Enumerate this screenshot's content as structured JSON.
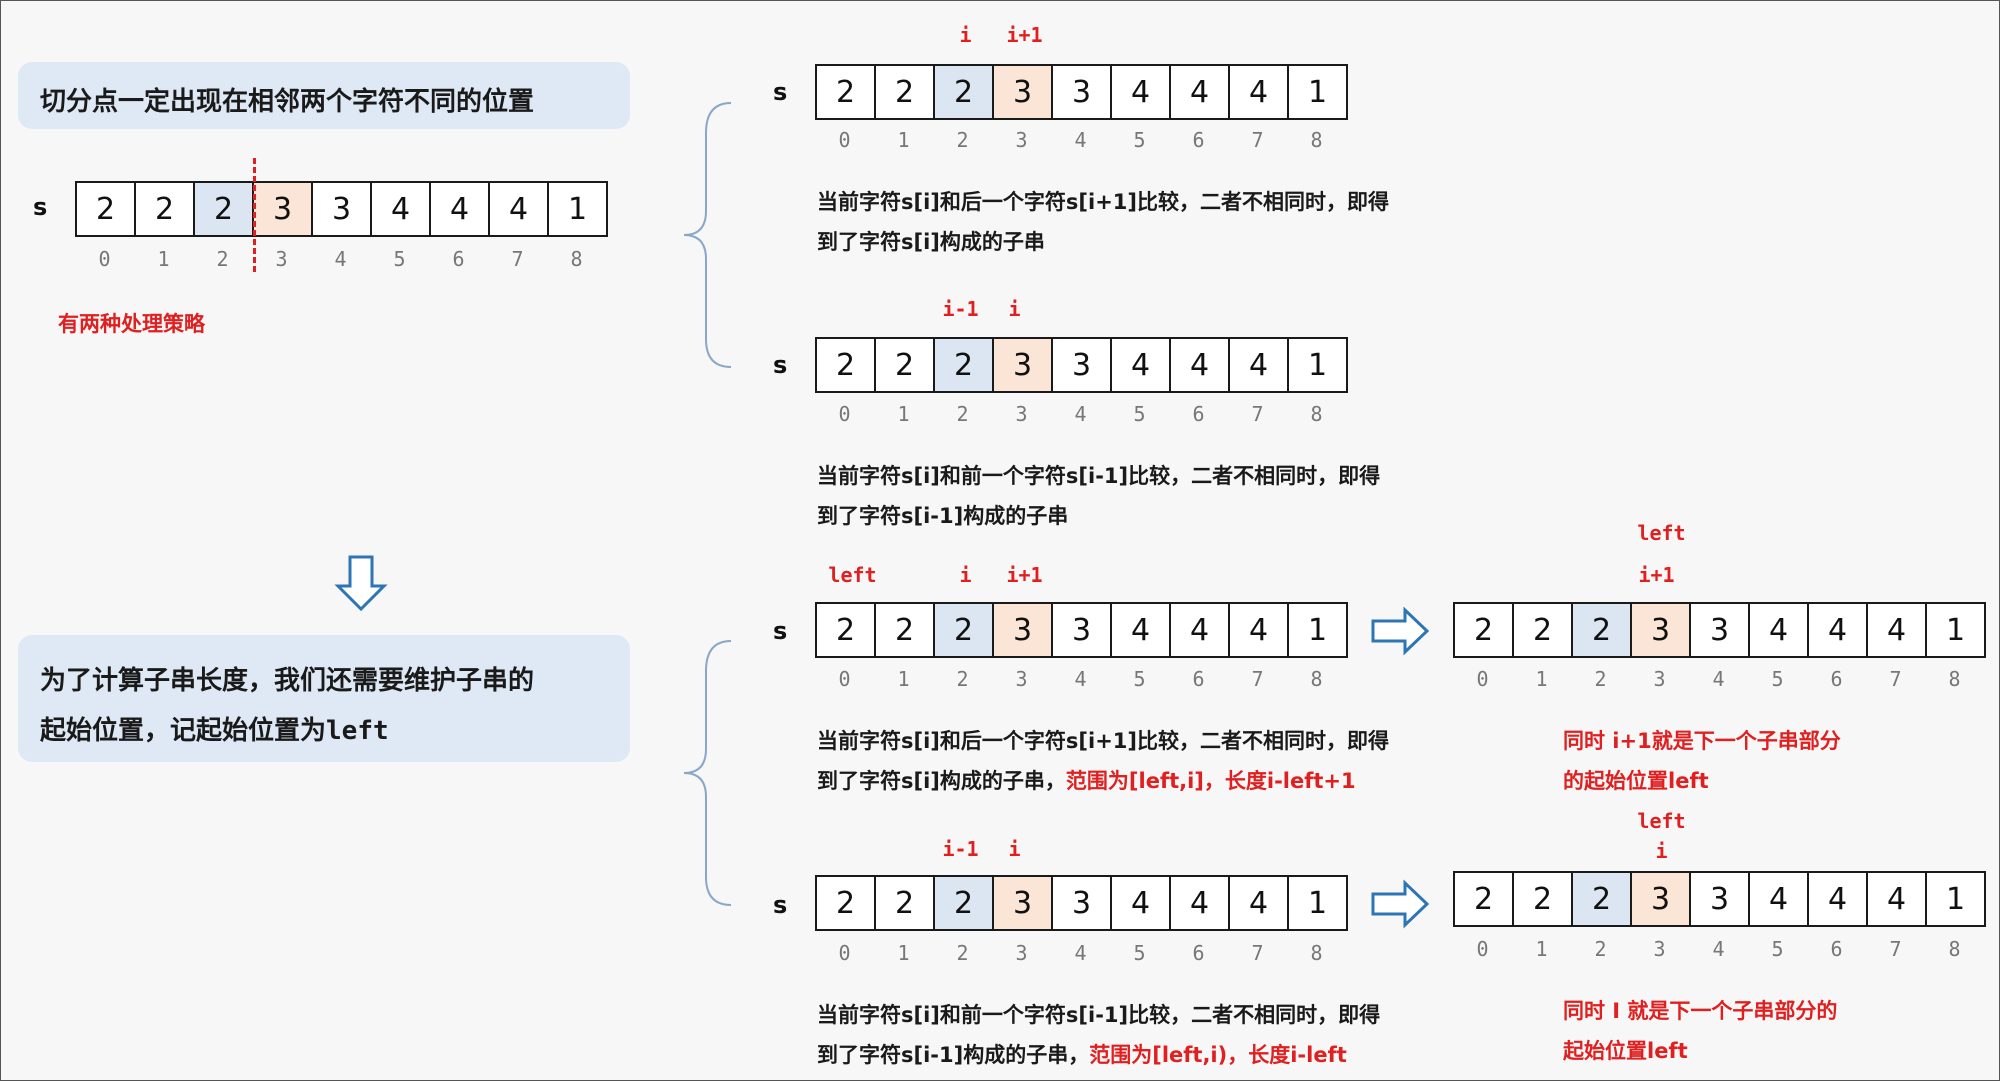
{
  "chars": [
    "2",
    "2",
    "2",
    "3",
    "3",
    "4",
    "4",
    "4",
    "1"
  ],
  "indices": [
    "0",
    "1",
    "2",
    "3",
    "4",
    "5",
    "6",
    "7",
    "8"
  ],
  "s_label": "s",
  "callout_top": "切分点一定出现在相邻两个字符不同的位置",
  "strategies": "有两种处理策略",
  "callout_bottom_1": "为了计算子串长度，我们还需要维护子串的",
  "callout_bottom_2": "起始位置，记起始位置为",
  "callout_bottom_code": "left",
  "pointers": {
    "i": "i",
    "i1": "i+1",
    "im1": "i-1",
    "left": "left"
  },
  "desc1": {
    "l1": "当前字符s[i]和后一个字符s[i+1]比较，二者不相同时，即得",
    "l2": "到了字符s[i]构成的子串"
  },
  "desc2": {
    "l1": "当前字符s[i]和前一个字符s[i-1]比较，二者不相同时，即得",
    "l2": "到了字符s[i-1]构成的子串"
  },
  "desc3": {
    "l1": "当前字符s[i]和后一个字符s[i+1]比较，二者不相同时，即得",
    "l2a": "到了字符s[i]构成的子串，",
    "l2b": "范围为[left,i]，长度i-left+1"
  },
  "desc4": {
    "l1": "当前字符s[i]和前一个字符s[i-1]比较，二者不相同时，即得",
    "l2a": "到了字符s[i-1]构成的子串，",
    "l2b": "范围为[left,i)，长度i-left"
  },
  "note3": {
    "l1": "同时 i+1就是下一个子串部分",
    "l2": "的起始位置left"
  },
  "note4": {
    "l1": "同时 I 就是下一个子串部分的",
    "l2": "起始位置left"
  },
  "colors": {
    "blue_cell": "#dce6f2",
    "orange_cell": "#fbe5d6",
    "red": "#e02020",
    "arrow_blue": "#2e75b6",
    "callout_bg": "#dfe9f5"
  }
}
